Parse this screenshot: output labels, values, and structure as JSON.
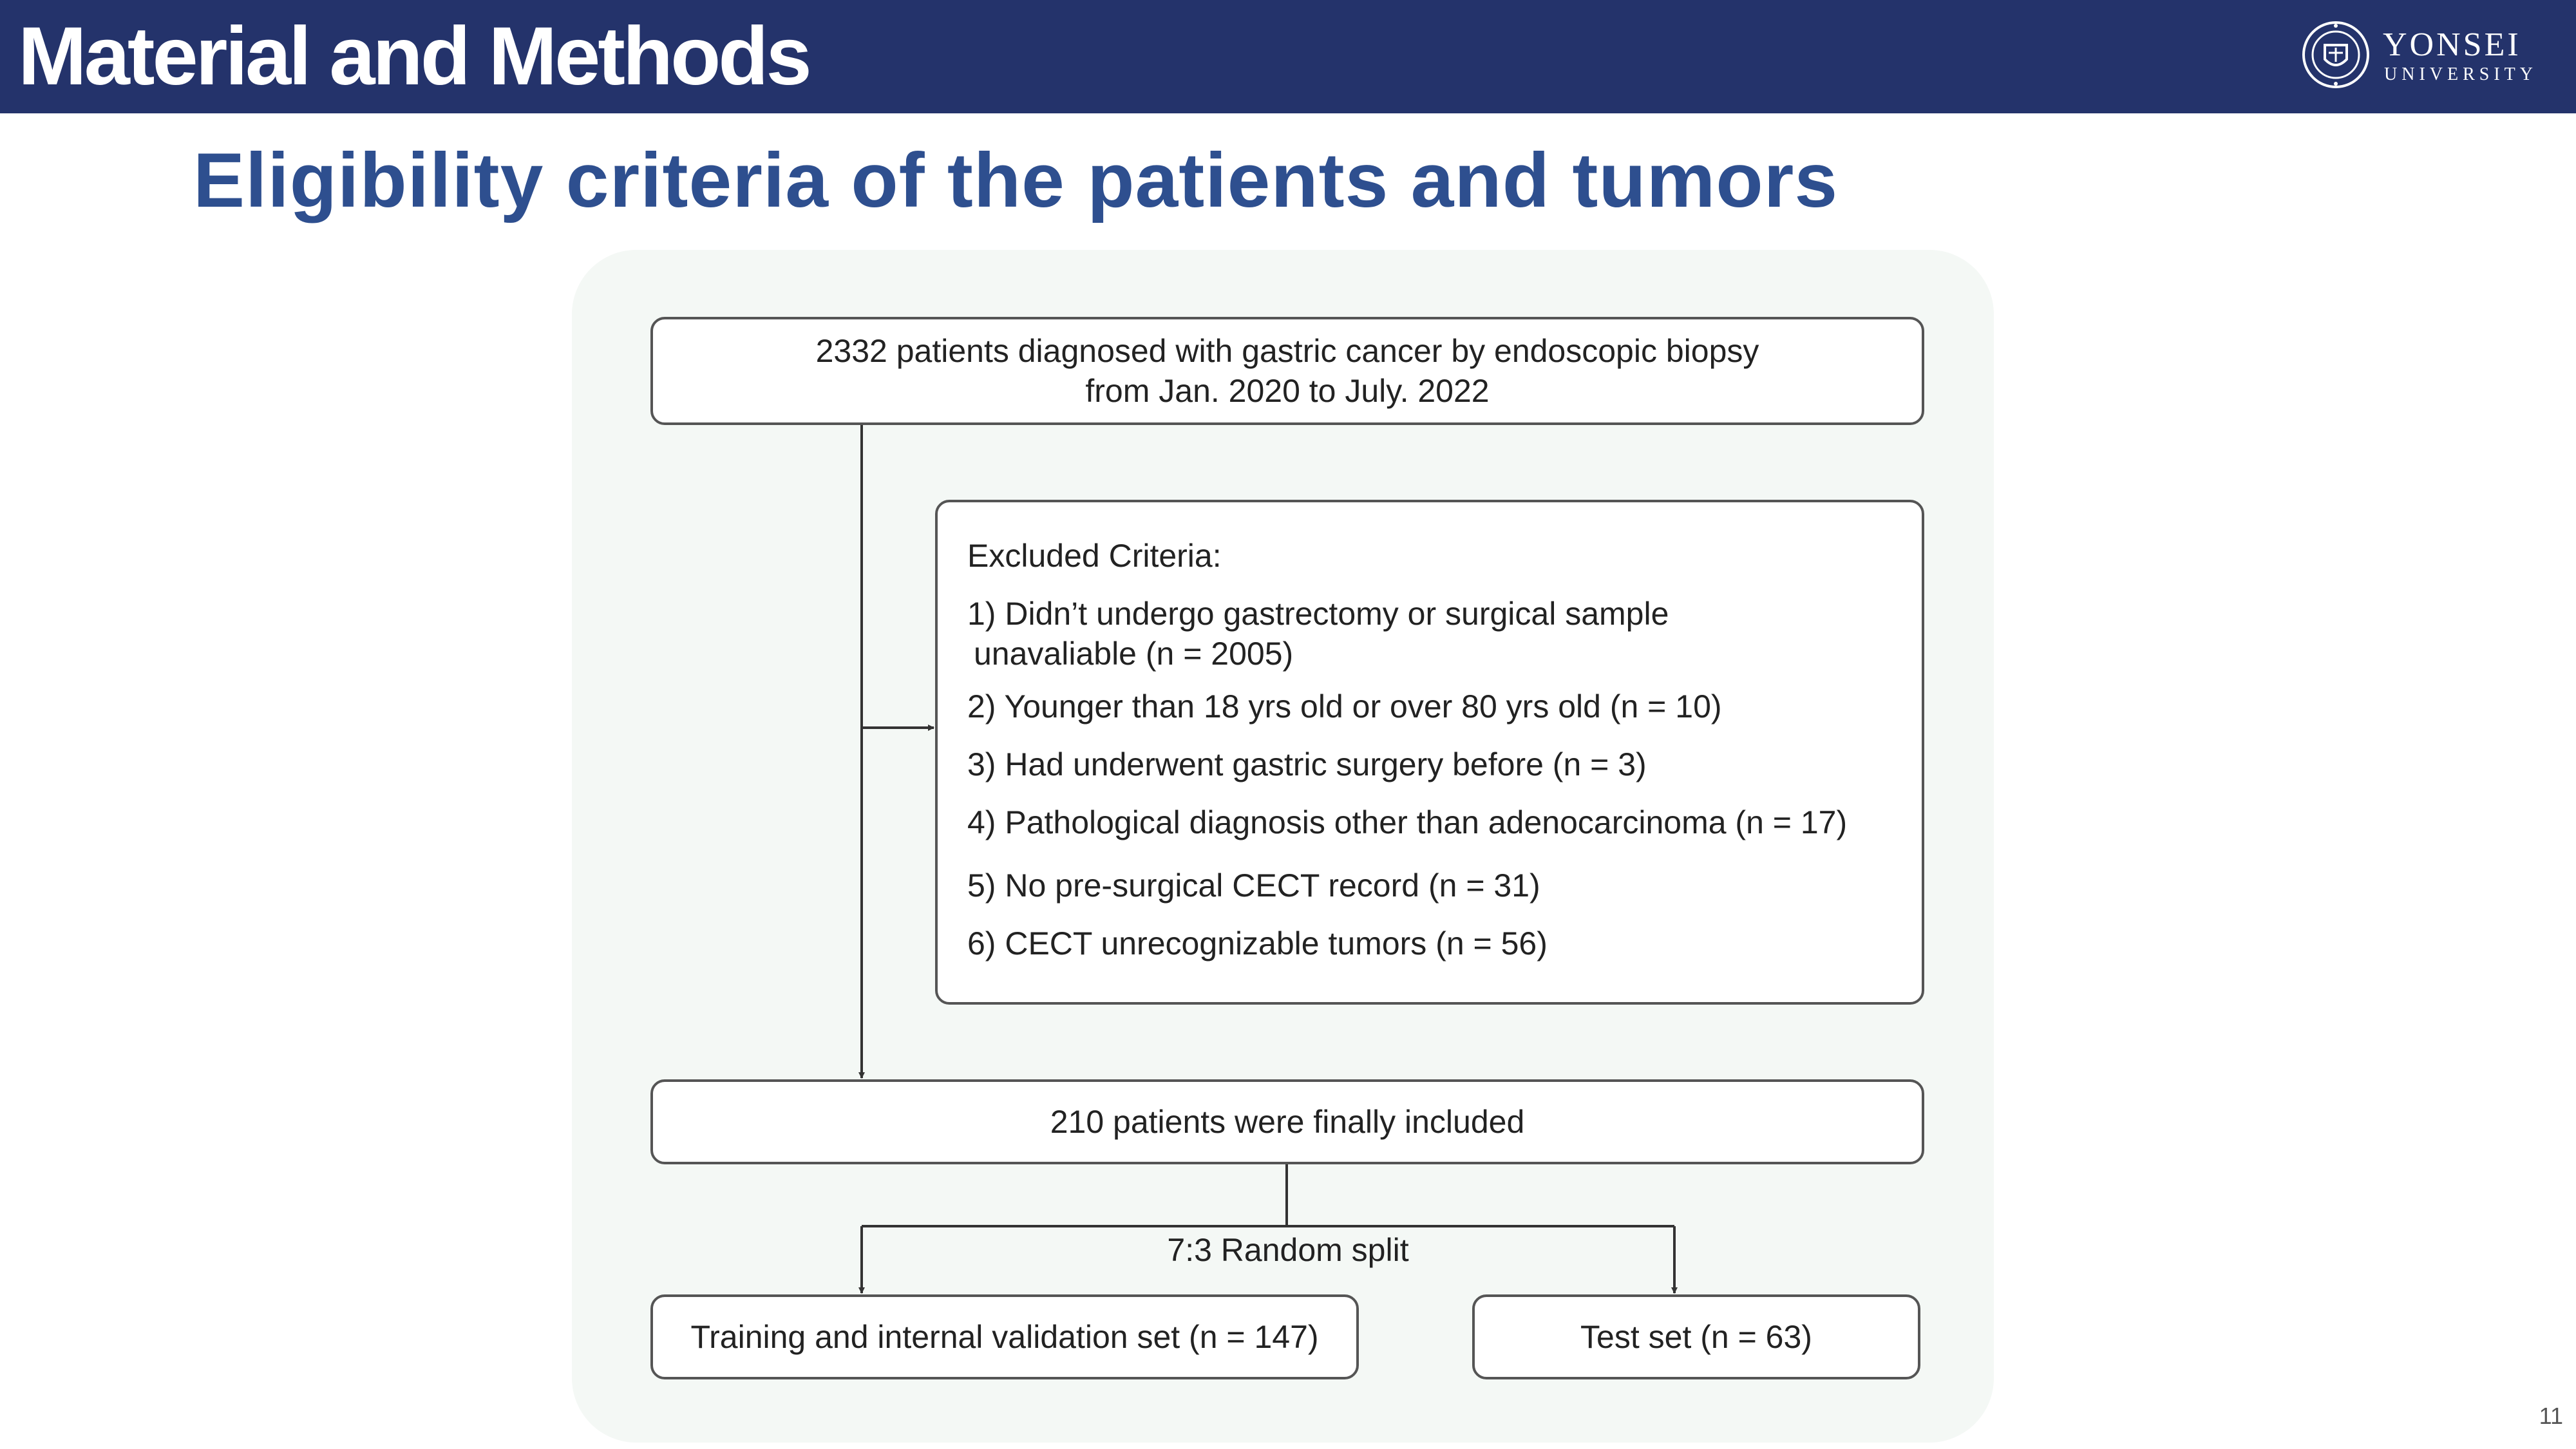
{
  "header": {
    "title": "Material and Methods",
    "logo_name": "YONSEI",
    "logo_sub": "UNIVERSITY"
  },
  "subtitle": "Eligibility criteria of the patients and tumors",
  "flowchart": {
    "top_box": {
      "line1": "2332 patients diagnosed with gastric cancer by endoscopic biopsy",
      "line2": "from Jan. 2020 to July. 2022"
    },
    "excluded": {
      "heading": "Excluded Criteria:",
      "items": [
        "1) Didn’t undergo gastrectomy or surgical sample",
        " unavaliable (n = 2005)",
        "2) Younger than 18 yrs old or over 80 yrs old (n = 10)",
        "3) Had underwent gastric surgery before (n = 3)",
        "4) Pathological diagnosis other than adenocarcinoma (n = 17)",
        "5) No pre-surgical CECT record (n = 31)",
        "6) CECT unrecognizable tumors (n = 56)"
      ]
    },
    "included": "210 patients were finally included",
    "split_label": "7:3 Random split",
    "training": "Training and internal validation set (n = 147)",
    "test": "Test set (n = 63)"
  },
  "page_number": "11",
  "colors": {
    "header_bg": "#24336b",
    "subtitle": "#2e4f8f",
    "panel_bg": "#f4f8f5",
    "box_border": "#555555"
  },
  "icons": {
    "logo": "yonsei-seal-icon"
  }
}
